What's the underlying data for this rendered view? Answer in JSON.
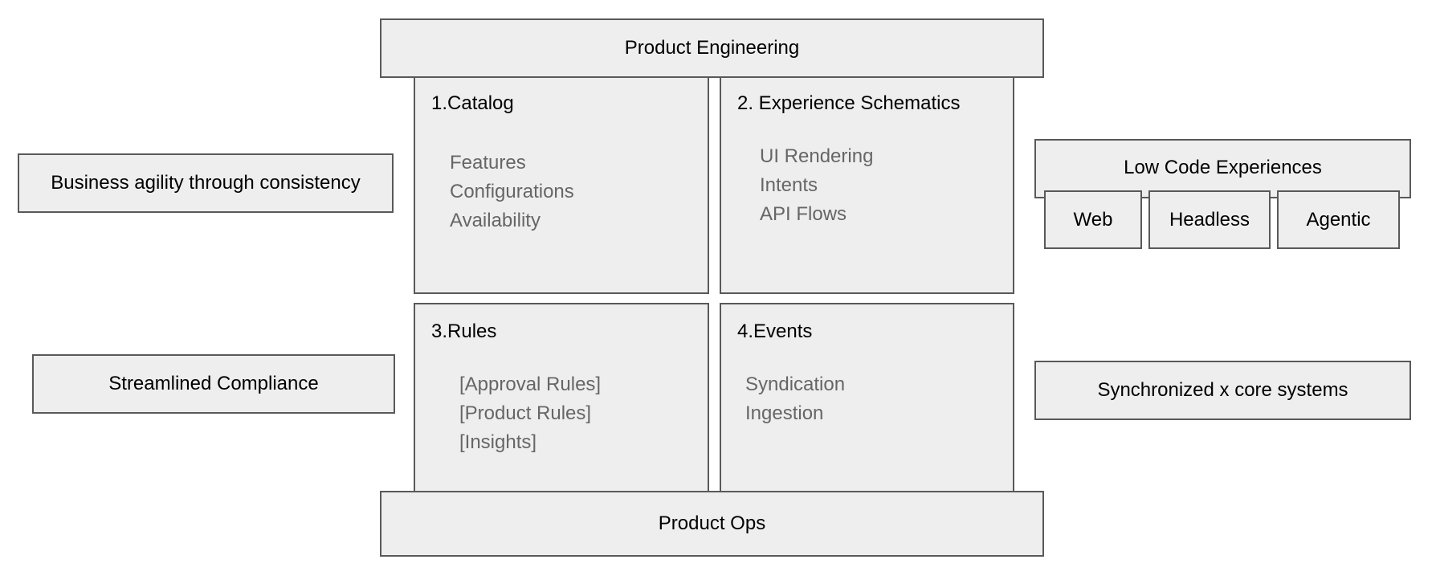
{
  "top_bar": {
    "label": "Product Engineering"
  },
  "bottom_bar": {
    "label": "Product Ops"
  },
  "quadrants": [
    {
      "title": "1.Catalog",
      "items": [
        "Features",
        "Configurations",
        "Availability"
      ]
    },
    {
      "title": "2. Experience Schematics",
      "items": [
        "UI Rendering",
        "Intents",
        "API Flows"
      ]
    },
    {
      "title": "3.Rules",
      "items": [
        "[Approval Rules]",
        "[Product Rules]",
        "[Insights]"
      ]
    },
    {
      "title": "4.Events",
      "items": [
        "Syndication",
        "Ingestion"
      ]
    }
  ],
  "left": {
    "top": "Business agility through consistency",
    "bottom": "Streamlined Compliance"
  },
  "right": {
    "low_code": {
      "title": "Low Code Experiences",
      "channels": [
        "Web",
        "Headless",
        "Agentic"
      ]
    },
    "bottom": "Synchronized x core systems"
  }
}
